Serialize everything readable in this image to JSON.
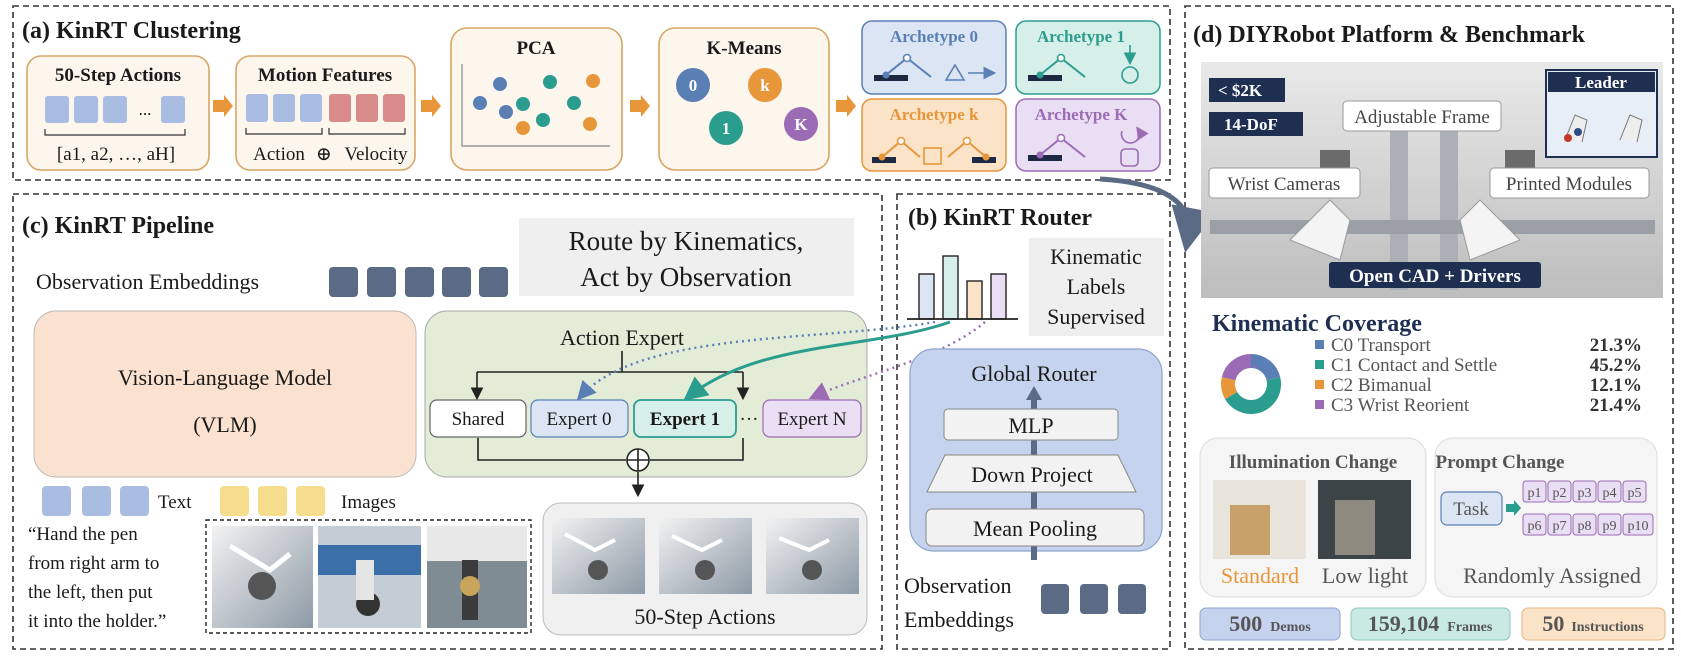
{
  "clustering": {
    "title": "(a) KinRT Clustering",
    "actions_title": "50-Step Actions",
    "ellipsis": "...",
    "action_seq": "[a1, a2, …, aH]",
    "motion_title": "Motion Features",
    "action_label": "Action",
    "oplus": "⊕",
    "velocity_label": "Velocity",
    "pca_title": "PCA",
    "kmeans_title": "K-Means",
    "cluster_0": "0",
    "cluster_k": "k",
    "cluster_1": "1",
    "cluster_K": "K",
    "archetypes": [
      "Archetype 0",
      "Archetype 1",
      "Archetype k",
      "Archetype K"
    ]
  },
  "pipeline": {
    "title": "(c) KinRT Pipeline",
    "route_line1": "Route by Kinematics,",
    "route_line2": "Act by Observation",
    "obs_emb": "Observation Embeddings",
    "vlm_line1": "Vision-Language Model",
    "vlm_line2": "(VLM)",
    "action_expert": "Action Expert",
    "shared": "Shared",
    "expert0": "Expert 0",
    "expert1": "Expert 1",
    "dots": "···",
    "expertN": "Expert N",
    "text_label": "Text",
    "images_label": "Images",
    "instruction": [
      "“Hand the pen",
      "from right arm to",
      "the left, then put",
      "it into the holder.”"
    ],
    "actions_out": "50-Step Actions"
  },
  "router": {
    "title": "(b) KinRT Router",
    "kin_labels": [
      "Kinematic",
      "Labels",
      "Supervised"
    ],
    "global_router": "Global Router",
    "mlp": "MLP",
    "down_project": "Down Project",
    "mean_pooling": "Mean Pooling",
    "obs_line1": "Observation",
    "obs_line2": "Embeddings"
  },
  "platform": {
    "title": "(d) DIYRobot Platform & Benchmark",
    "price": "< $2K",
    "dof": "14-DoF",
    "leader": "Leader",
    "adjustable_frame": "Adjustable Frame",
    "wrist_cameras": "Wrist Cameras",
    "printed_modules": "Printed Modules",
    "open_cad": "Open CAD + Drivers",
    "coverage_title": "Kinematic Coverage",
    "coverage": [
      {
        "label": "C0 Transport",
        "pct": "21.3%",
        "value": 21.3,
        "color": "#5a7fb5"
      },
      {
        "label": "C1 Contact and Settle",
        "pct": "45.2%",
        "value": 45.2,
        "color": "#2a9d8f"
      },
      {
        "label": "C2 Bimanual",
        "pct": "12.1%",
        "value": 12.1,
        "color": "#e8963a"
      },
      {
        "label": "C3 Wrist Reorient",
        "pct": "21.4%",
        "value": 21.4,
        "color": "#9b6bb5"
      }
    ],
    "illum_title": "Illumination Change",
    "standard": "Standard",
    "low_light": "Low light",
    "prompt_title": "Prompt Change",
    "task": "Task",
    "prompts": [
      "p1",
      "p2",
      "p3",
      "p4",
      "p5",
      "p6",
      "p7",
      "p8",
      "p9",
      "p10"
    ],
    "random": "Randomly Assigned",
    "demos_n": "500",
    "demos_w": "Demos",
    "frames_n": "159,104",
    "frames_w": "Frames",
    "instr_n": "50",
    "instr_w": "Instructions"
  },
  "colors": {
    "orange": "#e8963a",
    "teal": "#2a9d8f",
    "purple": "#9b6bb5",
    "blue": "#5a7fb5",
    "slate": "#5b6b85"
  }
}
